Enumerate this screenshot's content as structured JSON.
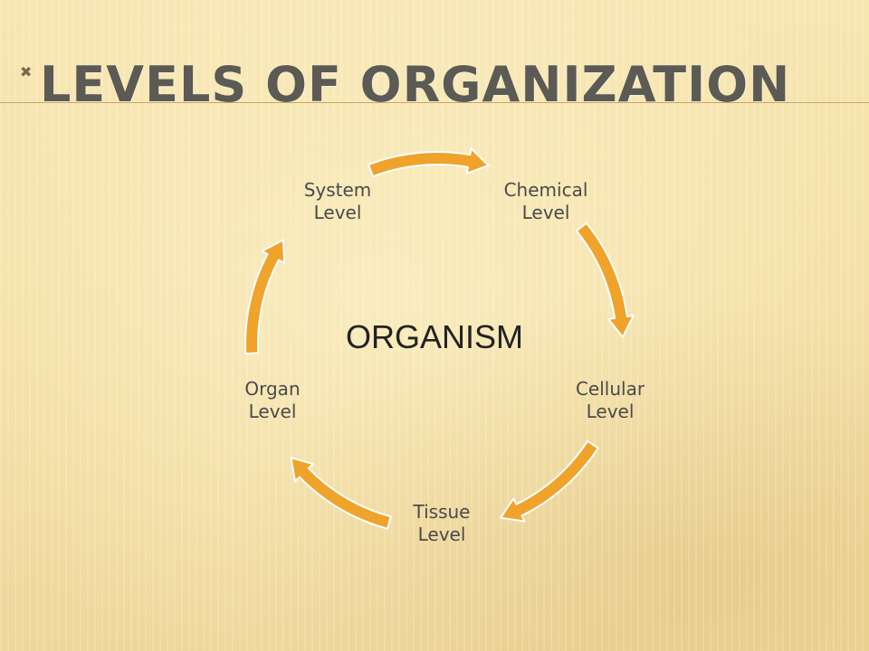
{
  "slide": {
    "bullet_marker": "✖",
    "title": "LEVELS OF ORGANIZATION"
  },
  "diagram": {
    "center_label": "ORGANISM",
    "arrow_color": "#f0a32b",
    "nodes": [
      {
        "line1": "Chemical",
        "line2": "Level"
      },
      {
        "line1": "Cellular",
        "line2": "Level"
      },
      {
        "line1": "Tissue",
        "line2": "Level"
      },
      {
        "line1": "Organ",
        "line2": "Level"
      },
      {
        "line1": "System",
        "line2": "Level"
      }
    ]
  }
}
